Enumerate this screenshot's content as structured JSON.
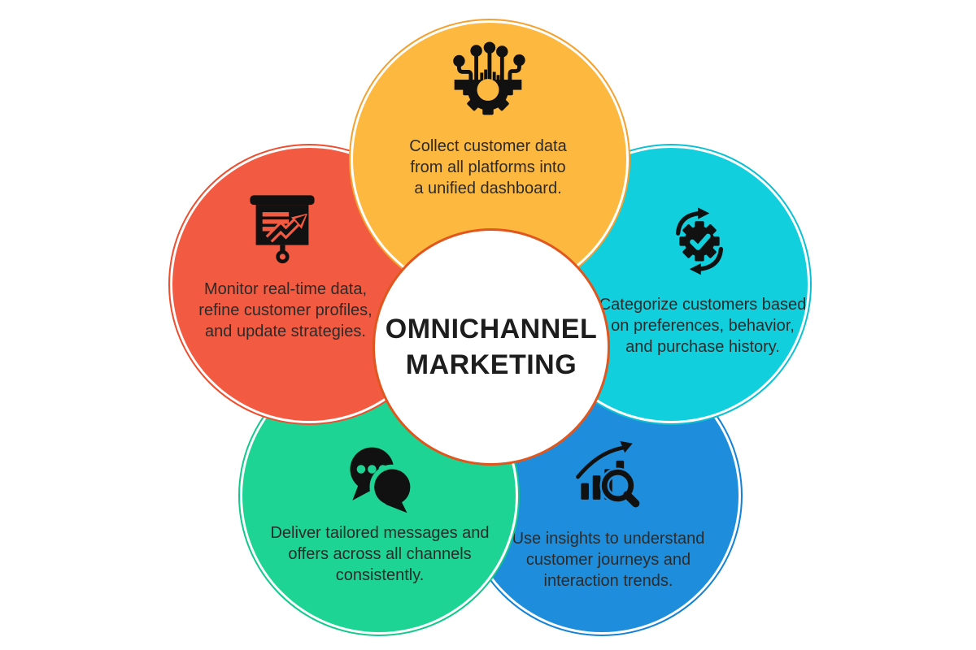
{
  "center": {
    "title_line1": "OMNICHANNEL",
    "title_line2": "MARKETING",
    "border_color": "#E0561E",
    "background": "#FFFFFF"
  },
  "petals": [
    {
      "name": "collect-data",
      "color": "#FDB840",
      "ring_color": "#F5A02C",
      "icon": "data-collection-icon",
      "lines": [
        "Collect customer data",
        "from all platforms into",
        "a unified dashboard."
      ]
    },
    {
      "name": "categorize-customers",
      "color": "#12CFDE",
      "ring_color": "#0CC0D4",
      "icon": "sync-gear-icon",
      "lines": [
        "Categorize customers based",
        "on preferences, behavior,",
        "and purchase history."
      ]
    },
    {
      "name": "monitor-data",
      "color": "#F25B41",
      "ring_color": "#EE4D2E",
      "icon": "presentation-chart-icon",
      "lines": [
        "Monitor real-time data,",
        "refine customer profiles,",
        "and update strategies."
      ]
    },
    {
      "name": "deliver-messages",
      "color": "#1ED494",
      "ring_color": "#10C98B",
      "icon": "chat-bubbles-icon",
      "lines": [
        "Deliver tailored messages and",
        "offers across all channels",
        "consistently."
      ]
    },
    {
      "name": "use-insights",
      "color": "#1E8EDC",
      "ring_color": "#1282D6",
      "icon": "analytics-search-icon",
      "lines": [
        "Use insights to understand",
        "customer journeys and",
        "interaction trends."
      ]
    }
  ],
  "text_color": "#2B2B2B",
  "icon_color": "#111111"
}
